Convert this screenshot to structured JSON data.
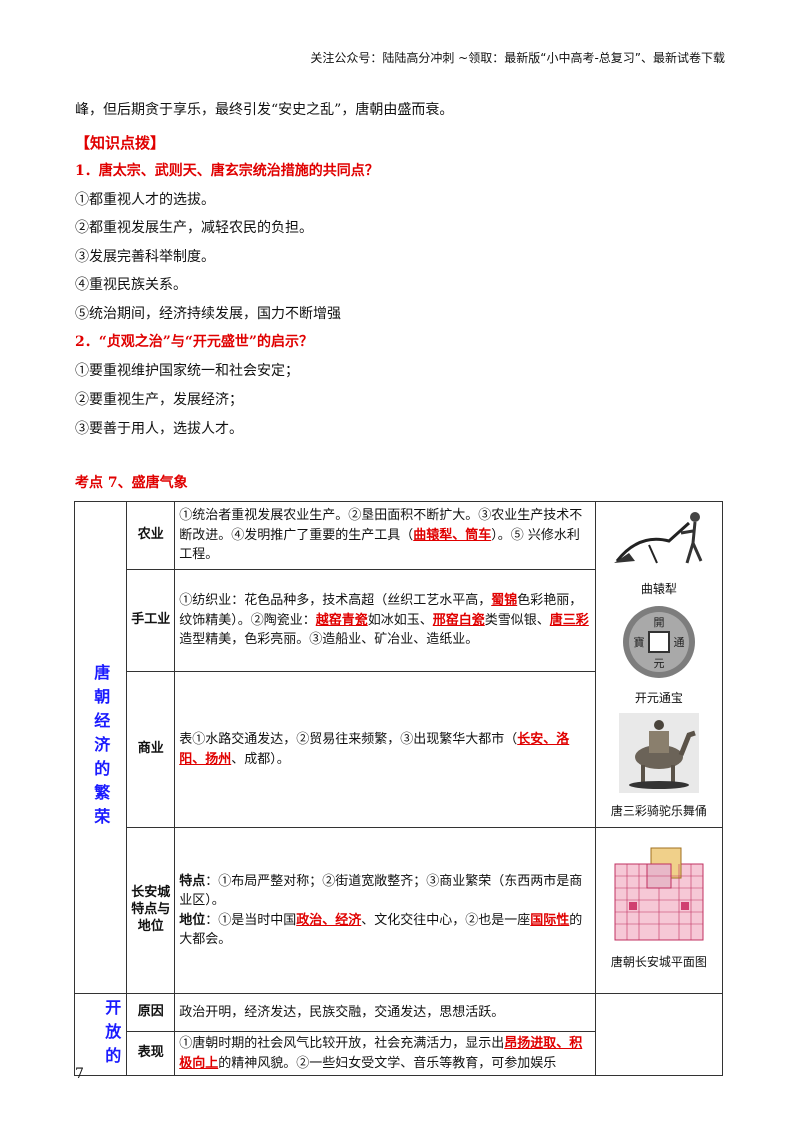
{
  "header": "关注公众号：陆陆高分冲刺 ~领取：最新版“小中高考-总复习”、最新试卷下载",
  "intro_line": "峰，但后期贪于享乐，最终引发“安史之乱”，唐朝由盛而衰。",
  "knowledge_tag": "【知识点拨】",
  "q1": {
    "title": "1．唐太宗、武则天、唐玄宗统治措施的共同点？",
    "items": [
      "①都重视人才的选拔。",
      "②都重视发展生产，减轻农民的负担。",
      "③发展完善科举制度。",
      "④重视民族关系。",
      "⑤统治期间，经济持续发展，国力不断增强"
    ]
  },
  "q2": {
    "title": "2．“贞观之治”与“开元盛世”的启示？",
    "items": [
      "①要重视维护国家统一和社会安定；",
      "②要重视生产，发展经济；",
      "③要善于用人，选拔人才。"
    ]
  },
  "kaodian": "考点 7、盛唐气象",
  "table": {
    "cat1": "唐朝经济的繁荣",
    "cat2": "开放的",
    "agri": {
      "label": "农业",
      "t1": "①统治者重视发展农业生产。②垦田面积不断扩大。③农业生产技术不断改进。④发明推广了重要的生产工具（",
      "hl": "曲辕犁、筒车",
      "t2": "）。⑤ 兴修水利工程。"
    },
    "craft": {
      "label": "手工业",
      "t1": "①纺织业：花色品种多，技术高超（丝织工艺水平高，",
      "h1": "蜀锦",
      "t2": "色彩艳丽，纹饰精美）。②陶瓷业：",
      "h2": "越窑青瓷",
      "t3": "如冰如玉、",
      "h3": "邢窑白瓷",
      "t4": "类雪似银、",
      "h4": "唐三彩",
      "t5": "造型精美，色彩亮丽。③造船业、矿冶业、造纸业。"
    },
    "comm": {
      "label": "商业",
      "t1": "表①水路交通发达，②贸易往来频繁，③出现繁华大都市（",
      "hl": "长安、洛阳、扬州",
      "t2": "、成都）。"
    },
    "city": {
      "label": "长安城特点与地位",
      "f_label": "特点",
      "f_text": "：①布局严整对称；②街道宽敞整齐；③商业繁荣（东西两市是商业区）。",
      "p_label": "地位",
      "p_t1": "：①是当时中国",
      "p_h1": "政治、经济",
      "p_t2": "、文化交往中心，②也是一座",
      "p_h2": "国际性",
      "p_t3": "的大都会。"
    },
    "reason": {
      "label": "原因",
      "text": "政治开明，经济发达，民族交融，交通发达，思想活跃。"
    },
    "perf": {
      "label": "表现",
      "t1": "①唐朝时期的社会风气比较开放，社会充满活力，显示出",
      "hl": "昂扬进取、积极向上",
      "t2": "的精神风貌。②一些妇女受文学、音乐等教育，可参加娱乐"
    },
    "captions": {
      "plow": "曲辕犁",
      "coin": "开元通宝",
      "camel": "唐三彩骑驼乐舞俑",
      "map": "唐朝长安城平面图"
    },
    "coin_chars": [
      "開",
      "元",
      "通",
      "寶"
    ]
  },
  "page_number": "7"
}
